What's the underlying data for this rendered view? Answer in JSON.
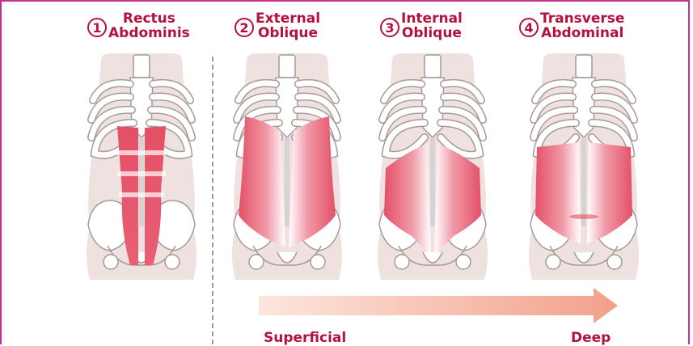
{
  "muscles": [
    {
      "number": "1",
      "line1": "Rectus",
      "line2": "Abdominis"
    },
    {
      "number": "2",
      "line1": "External",
      "line2": "Oblique"
    },
    {
      "number": "3",
      "line1": "Internal",
      "line2": "Oblique"
    },
    {
      "number": "4",
      "line1": "Transverse",
      "line2": "Abdominal"
    }
  ],
  "direction": {
    "start": "Superficial",
    "end": "Deep"
  },
  "colors": {
    "accent": "#b3123c",
    "frame": "#c2318f",
    "torso": "#efe1df",
    "bone": "#ffffff",
    "bone_outline": "#a49a97",
    "muscle": "#e45066",
    "arrow": "#f2a08a",
    "divider": "#9aa0a6"
  }
}
